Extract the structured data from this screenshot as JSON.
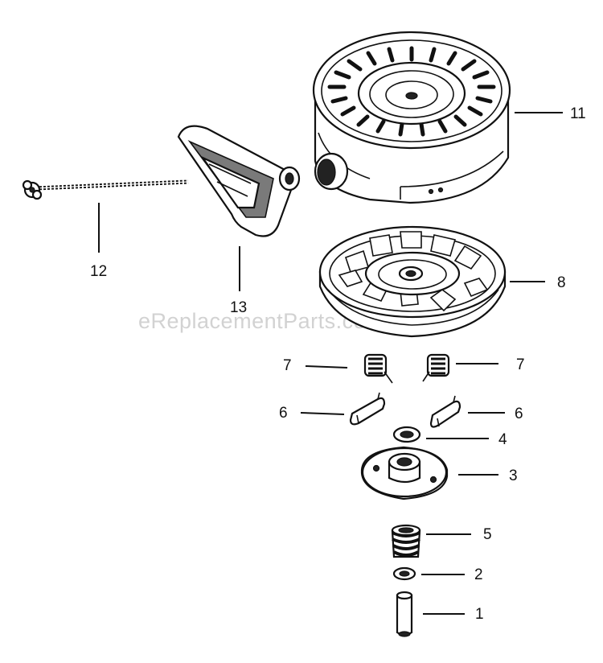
{
  "watermark": "eReplacementParts.com",
  "labels": {
    "p1": "1",
    "p2": "2",
    "p3": "3",
    "p4": "4",
    "p5": "5",
    "p6_left": "6",
    "p6_right": "6",
    "p7_left": "7",
    "p7_right": "7",
    "p8": "8",
    "p11": "11",
    "p12": "12",
    "p13": "13"
  }
}
